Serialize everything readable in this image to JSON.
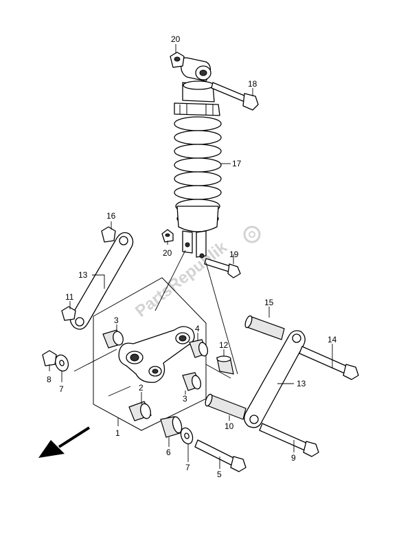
{
  "watermark": "PartsRepublik",
  "parts": [
    {
      "id": "p20a",
      "number": "20"
    },
    {
      "id": "p18",
      "number": "18"
    },
    {
      "id": "p17",
      "number": "17"
    },
    {
      "id": "p16",
      "number": "16"
    },
    {
      "id": "p20b",
      "number": "20"
    },
    {
      "id": "p19",
      "number": "19"
    },
    {
      "id": "p13a",
      "number": "13"
    },
    {
      "id": "p11",
      "number": "11"
    },
    {
      "id": "p3a",
      "number": "3"
    },
    {
      "id": "p4",
      "number": "4"
    },
    {
      "id": "p12",
      "number": "12"
    },
    {
      "id": "p15",
      "number": "15"
    },
    {
      "id": "p14",
      "number": "14"
    },
    {
      "id": "p8",
      "number": "8"
    },
    {
      "id": "p7a",
      "number": "7"
    },
    {
      "id": "p2",
      "number": "2"
    },
    {
      "id": "p3b",
      "number": "3"
    },
    {
      "id": "p13b",
      "number": "13"
    },
    {
      "id": "p10",
      "number": "10"
    },
    {
      "id": "p1",
      "number": "1"
    },
    {
      "id": "p6",
      "number": "6"
    },
    {
      "id": "p7b",
      "number": "7"
    },
    {
      "id": "p9",
      "number": "9"
    },
    {
      "id": "p5",
      "number": "5"
    }
  ],
  "icons": {
    "front_arrow": "arrow-icon",
    "watermark_gear": "gear-icon"
  }
}
